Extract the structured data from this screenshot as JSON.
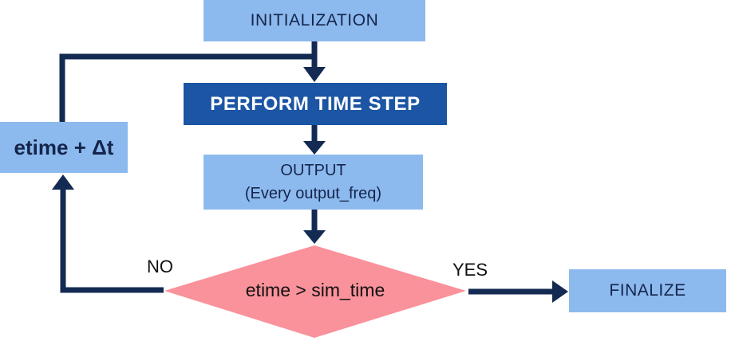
{
  "diagram": {
    "nodes": {
      "initialization": {
        "label": "INITIALIZATION"
      },
      "perform_time_step": {
        "label": "PERFORM TIME STEP"
      },
      "output": {
        "label_line1": "OUTPUT",
        "label_line2": "(Every output_freq)"
      },
      "decision": {
        "label": "etime > sim_time"
      },
      "finalize": {
        "label": "FINALIZE"
      },
      "increment": {
        "label": "etime + Δt"
      }
    },
    "edges": {
      "no_label": "NO",
      "yes_label": "YES"
    },
    "colors": {
      "node_fill_light": "#8DBAEE",
      "node_fill_dark": "#1B55A4",
      "decision_fill": "#F9929B",
      "arrow": "#132A52",
      "text_dark": "#14254C",
      "text_light": "#FFFFFF",
      "branch_label_text": "#111111"
    }
  }
}
